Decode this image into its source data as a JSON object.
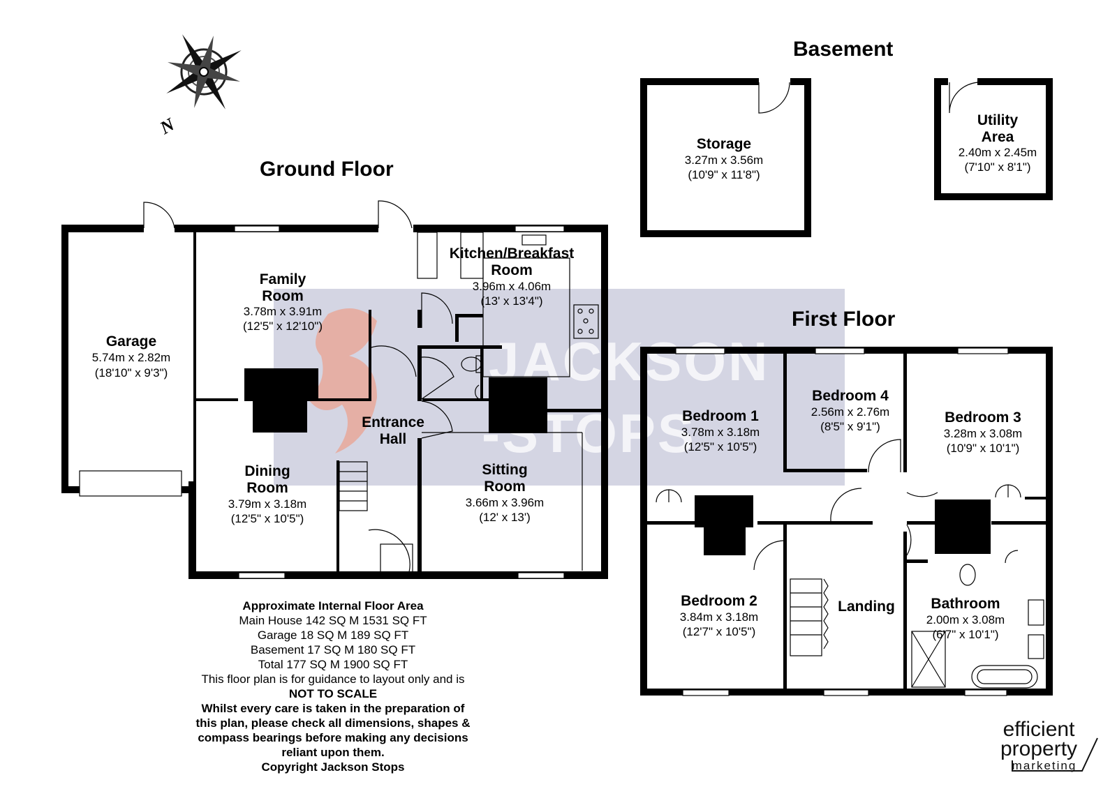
{
  "titles": {
    "ground_floor": "Ground Floor",
    "basement": "Basement",
    "first_floor": "First Floor"
  },
  "compass": {
    "north_label": "N"
  },
  "watermark": {
    "line1": "JACKSON",
    "line2": "-STOPS"
  },
  "rooms": {
    "garage": {
      "name": "Garage",
      "metric": "5.74m x 2.82m",
      "imperial": "(18'10\" x 9'3\")"
    },
    "family": {
      "name1": "Family",
      "name2": "Room",
      "metric": "3.78m x 3.91m",
      "imperial": "(12'5\" x 12'10\")"
    },
    "kitchen": {
      "name1": "Kitchen/Breakfast",
      "name2": "Room",
      "metric": "3.96m x 4.06m",
      "imperial": "(13' x 13'4\")"
    },
    "entrance": {
      "name1": "Entrance",
      "name2": "Hall"
    },
    "dining": {
      "name1": "Dining",
      "name2": "Room",
      "metric": "3.79m x 3.18m",
      "imperial": "(12'5\" x 10'5\")"
    },
    "sitting": {
      "name1": "Sitting",
      "name2": "Room",
      "metric": "3.66m x 3.96m",
      "imperial": "(12' x 13')"
    },
    "storage": {
      "name": "Storage",
      "metric": "3.27m x 3.56m",
      "imperial": "(10'9\" x 11'8\")"
    },
    "utility": {
      "name1": "Utility",
      "name2": "Area",
      "metric": "2.40m x 2.45m",
      "imperial": "(7'10\" x 8'1\")"
    },
    "bedroom1": {
      "name": "Bedroom 1",
      "metric": "3.78m x 3.18m",
      "imperial": "(12'5\" x 10'5\")"
    },
    "bedroom4": {
      "name": "Bedroom 4",
      "metric": "2.56m x 2.76m",
      "imperial": "(8'5\" x 9'1\")"
    },
    "bedroom3": {
      "name": "Bedroom 3",
      "metric": "3.28m x 3.08m",
      "imperial": "(10'9\" x 10'1\")"
    },
    "bedroom2": {
      "name": "Bedroom 2",
      "metric": "3.84m x 3.18m",
      "imperial": "(12'7\" x 10'5\")"
    },
    "landing": {
      "name": "Landing"
    },
    "bathroom": {
      "name": "Bathroom",
      "metric": "2.00m x 3.08m",
      "imperial": "(6'7\" x 10'1\")"
    }
  },
  "area_info": {
    "heading": "Approximate Internal Floor Area",
    "main_house": "Main House 142 SQ M 1531 SQ FT",
    "garage": "Garage 18 SQ M 189 SQ FT",
    "basement": "Basement 17 SQ M 180 SQ FT",
    "total": "Total 177 SQ M 1900 SQ FT",
    "guidance": "This floor plan is for guidance to layout only and is",
    "not_to_scale": "NOT TO SCALE",
    "disclaimer1": "Whilst every care is taken in the preparation of",
    "disclaimer2": "this plan, please check all dimensions, shapes &",
    "disclaimer3": "compass bearings before making any decisions",
    "disclaimer4": "reliant upon them.",
    "copyright": "Copyright Jackson Stops"
  },
  "branding": {
    "line1": "efficient",
    "line2": "property",
    "line3": "marketing"
  },
  "colors": {
    "wall": "#000000",
    "watermark_bg": "#c9cbdc",
    "watermark_logo": "#e8a89a"
  }
}
